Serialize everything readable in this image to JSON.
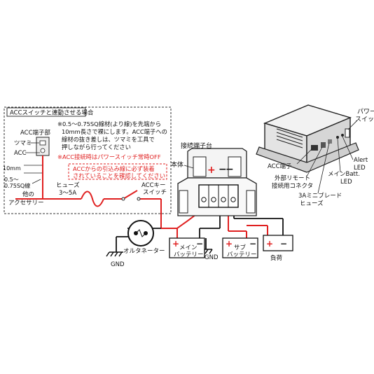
{
  "acc_box": {
    "title": "ACCスイッチと連動させる場合",
    "note_lines": [
      "※0.5～0.75SQ線材(より線)を先端から",
      "10mm長さで裸にします。ACC端子への",
      "線材の抜き差しは、ツマミを工具で",
      "押しながら行ってください"
    ],
    "warning_line": "※ACC接続時はパワースイッチ常時OFF",
    "red_note_lines": [
      "ACCからの引込み線に必ず装着",
      "されていることを確認してください"
    ],
    "acc_terminal_label": "ACC端子部",
    "knob_label": "ツマミ",
    "acc_label": "ACC",
    "mm_label": "10mm",
    "wire_label_1": "0.5～",
    "wire_label_2": "0.75SQ線",
    "other_acc_1": "他の",
    "other_acc_2": "アクセサリー",
    "fuse_label_1": "ヒューズ",
    "fuse_label_2": "3～5A",
    "acc_key_1": "ACCキー",
    "acc_key_2": "スイッチ"
  },
  "device": {
    "power_switch_1": "パワー",
    "power_switch_2": "スイッチ",
    "alert_1": "Alert",
    "alert_2": "LED",
    "main_batt_1": "メインBatt.",
    "main_batt_2": "LED",
    "acc_terminal": "ACC端子",
    "remote_1": "外部リモート",
    "remote_2": "接続用コネクタ",
    "fuse_1": "3Aミニブレード",
    "fuse_2": "ヒューズ"
  },
  "wiring": {
    "terminal_block": "接続端子台",
    "body": "本体",
    "alternator": "オルタネーター",
    "gnd_left": "GND",
    "gnd_mid": "GND",
    "main_battery_1": "メイン",
    "main_battery_2": "バッテリー",
    "sub_battery_1": "サブ",
    "sub_battery_2": "バッテリー",
    "load": "負荷",
    "plus": "+",
    "minus": "−"
  },
  "colors": {
    "wire_red": "#e02020",
    "wire_black": "#111111",
    "outline": "#222222"
  }
}
